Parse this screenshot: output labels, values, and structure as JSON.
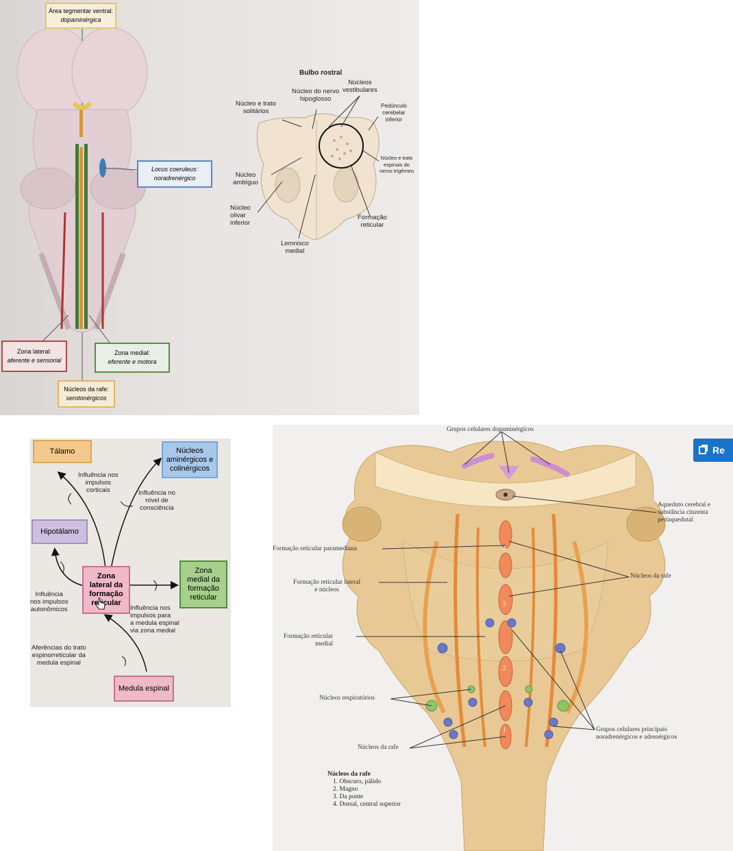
{
  "panel1": {
    "area_title": "Área tegmentar ventral:",
    "area_sub": "dopaminérgica",
    "locus_title": "Locus coeruleus:",
    "locus_sub": "noradrenérgico",
    "lateral_title": "Zona lateral:",
    "lateral_sub": "aferente e sensorial",
    "medial_title": "Zona medial:",
    "medial_sub": "eferente e motora",
    "raphe_title": "Núcleos da rafe:",
    "raphe_sub": "serotonérgicos",
    "bulbo_title": "Bulbo rostral",
    "lbl_solitario": [
      "Núcleo e trato",
      "solitários"
    ],
    "lbl_hipoglosso": [
      "Núcleo do nervo",
      "hipoglosso"
    ],
    "lbl_vestibulares": [
      "Núcleos",
      "vestibulares"
    ],
    "lbl_pedunculo": [
      "Pedúnculo",
      "cerebelar",
      "inferior"
    ],
    "lbl_trigemeo": [
      "Núcleo e trato",
      "espinais do",
      "nervo trigêmeo"
    ],
    "lbl_ambiguo": [
      "Núcleo",
      "ambíguo"
    ],
    "lbl_olivar": [
      "Núcleo",
      "olivar",
      "inferior"
    ],
    "lbl_formacao": [
      "Formação",
      "reticular"
    ],
    "lbl_lemnisco": [
      "Lemnisco",
      "medial"
    ]
  },
  "panel2": {
    "talamo": "Tálamo",
    "aminergicos": [
      "Núcleos",
      "aminérgicos e",
      "colinérgicos"
    ],
    "hipotalamo": "Hipotálamo",
    "zona_lateral": [
      "Zona",
      "lateral da",
      "formação",
      "reticular"
    ],
    "zona_medial": [
      "Zona",
      "medial da",
      "formação",
      "reticular"
    ],
    "medula": "Medula espinal",
    "infl_corticais": [
      "Influência nos",
      "impulsos",
      "corticais"
    ],
    "infl_consciencia": [
      "Influência no",
      "nível de",
      "consciência"
    ],
    "infl_autonomicos": [
      "Influência",
      "nos impulsos",
      "autonômicos"
    ],
    "infl_medula": [
      "Influência nos",
      "impulsos para",
      "a medula espinal",
      "via zona medial"
    ],
    "aferencias": [
      "Aferências do trato",
      "espinorreticular da",
      "medula espinal"
    ]
  },
  "panel3": {
    "top": "Grupos celulares dopaminérgicos",
    "aqueduto": [
      "Aqueduto cerebral e",
      "substância cinzenta",
      "periaquedutal"
    ],
    "paramediana": "Formação reticular paramediana",
    "lateral": [
      "Formação reticular lateral",
      "e núcleos"
    ],
    "rafe_right": "Núcleos da rafe",
    "medial": [
      "Formação reticular",
      "medial"
    ],
    "respiratorios": "Núcleos respiratórios",
    "noradren": [
      "Grupos celulares principais",
      "noradrenérgicos e adrenérgicos"
    ],
    "rafe_bottom": "Núcleos da rafe",
    "legend_title": "Núcleos da rafe",
    "legend_items": [
      "1. Obscuro, pálido",
      "2. Magno",
      "3. Da ponte",
      "4. Dorsal, central superior"
    ],
    "nums": [
      "4",
      "3",
      "2",
      "1"
    ]
  },
  "button": {
    "label": "Re"
  }
}
